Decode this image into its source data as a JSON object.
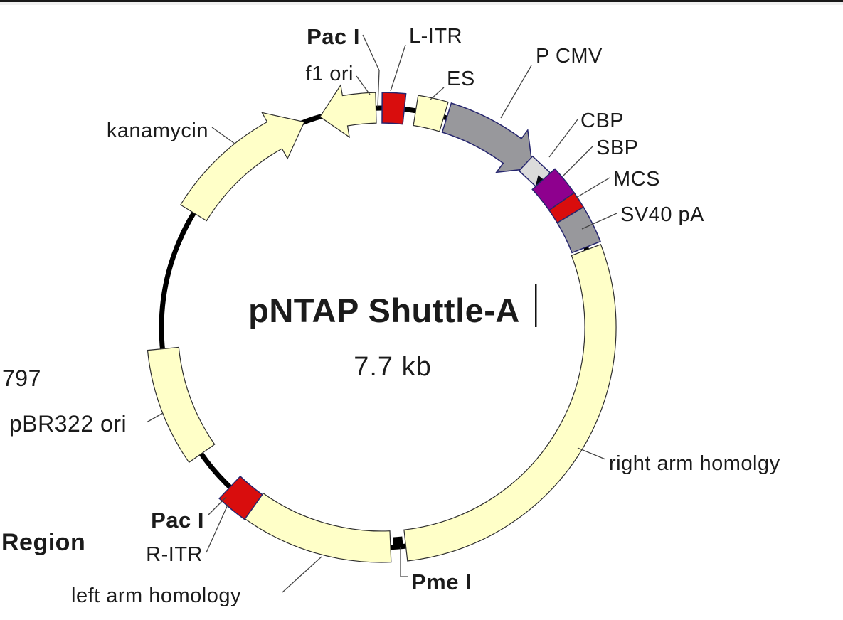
{
  "plasmid": {
    "title": "pNTAP Shuttle-A",
    "size_label": "7.7 kb",
    "backbone_color": "#000000"
  },
  "features": {
    "f1_ori": {
      "label": "f1 ori",
      "color": "#FFFFC8"
    },
    "l_itr": {
      "label": "L-ITR",
      "color": "#D90D0D"
    },
    "es": {
      "label": "ES",
      "color": "#FFFFC8"
    },
    "p_cmv": {
      "label": "P CMV",
      "color": "#98989C"
    },
    "cbp": {
      "label": "CBP",
      "color": "#DBDBDB"
    },
    "sbp": {
      "label": "SBP",
      "color": "#8E008E"
    },
    "mcs": {
      "label": "MCS",
      "color": "#D90D0D"
    },
    "sv40_pa": {
      "label": "SV40 pA",
      "color": "#98989C"
    },
    "right_arm": {
      "label": "right arm homolgy",
      "color": "#FFFFC8"
    },
    "left_arm": {
      "label": "left arm homology",
      "color": "#FFFFC8"
    },
    "r_itr": {
      "label": "R-ITR",
      "color": "#D90D0D"
    },
    "pbr322_ori": {
      "label": "pBR322 ori",
      "color": "#FFFFC8"
    },
    "kanamycin": {
      "label": "kanamycin",
      "color": "#FFFFC8"
    }
  },
  "sites": {
    "pac1_top": "Pac I",
    "pac1_bottom": "Pac I",
    "pme1": {
      "label": "Pme I",
      "color": "#000000"
    }
  },
  "page": {
    "number": "797",
    "section_heading": "Region"
  }
}
